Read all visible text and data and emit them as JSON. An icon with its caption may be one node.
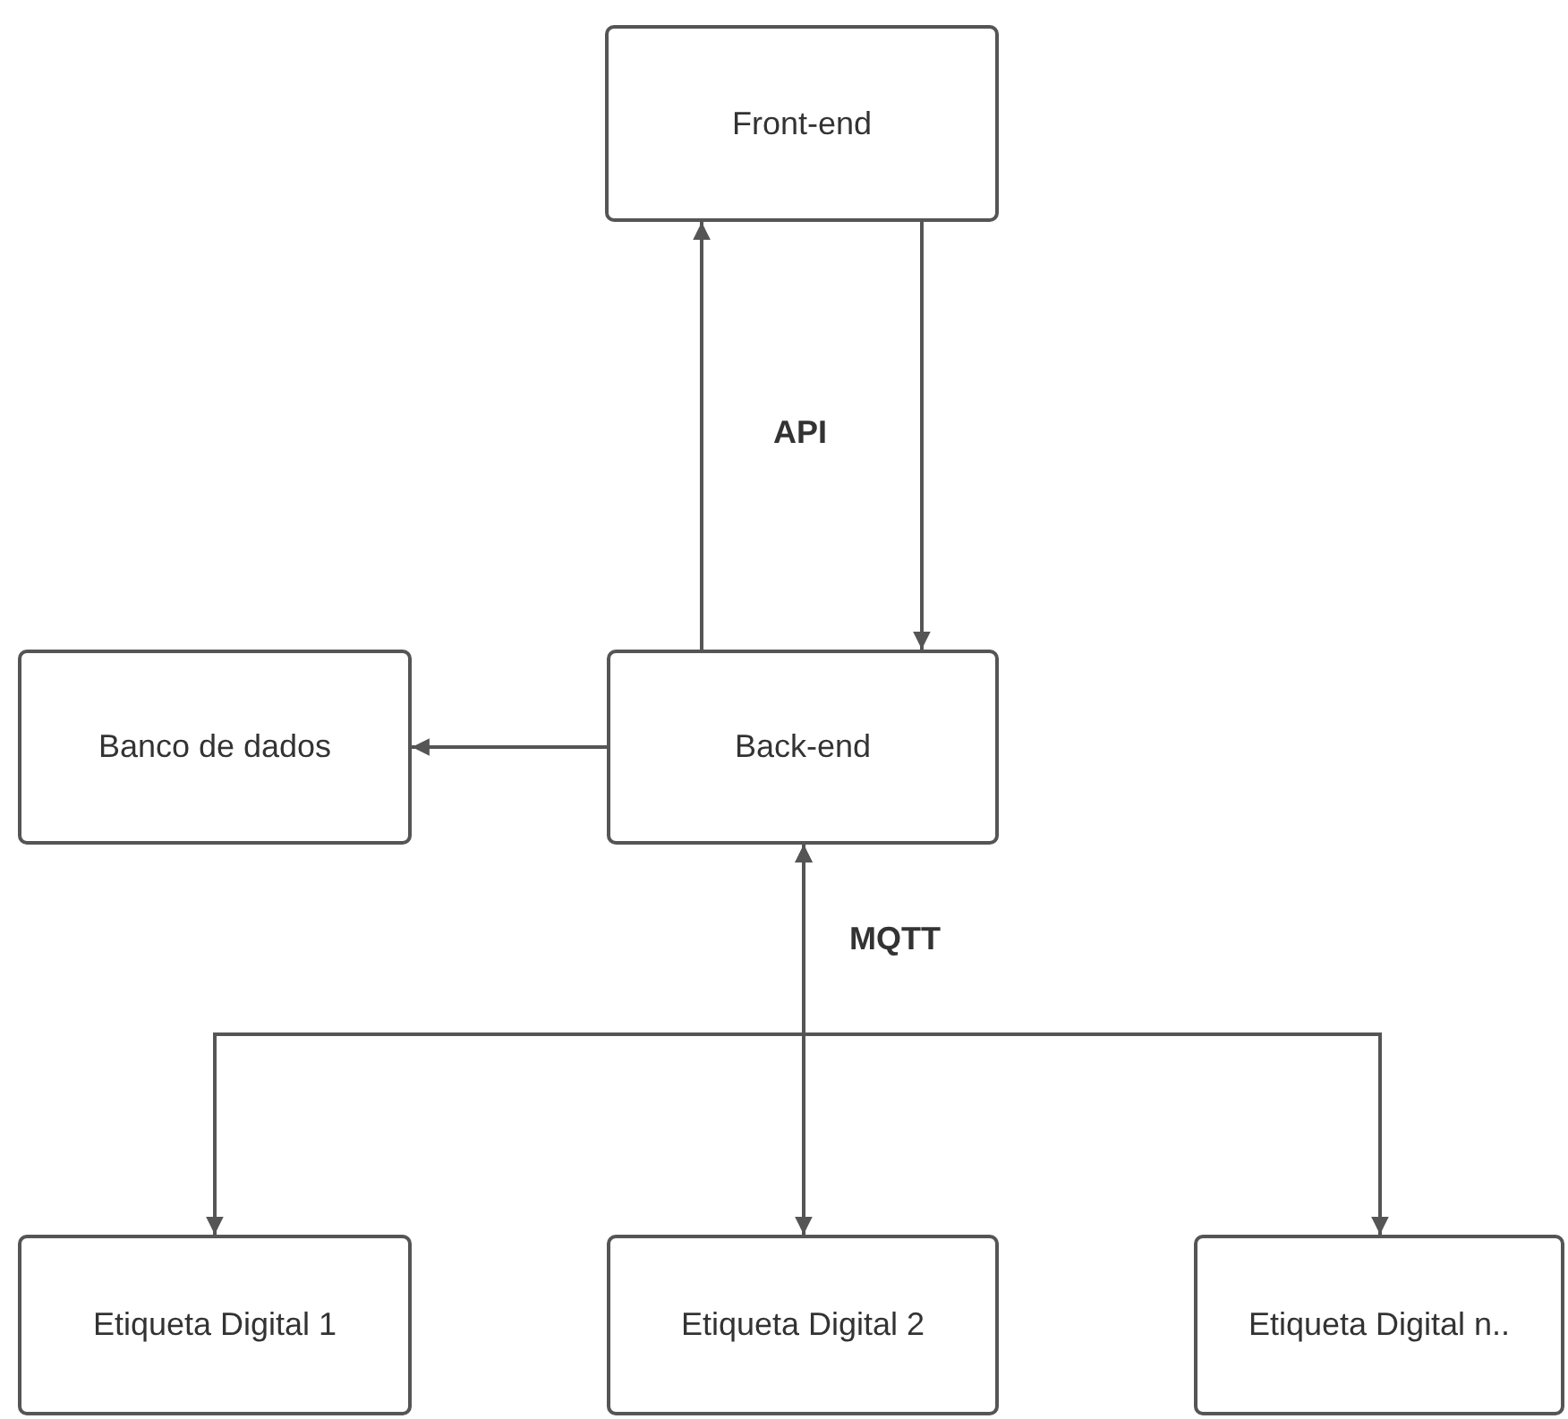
{
  "diagram": {
    "nodes": [
      {
        "text": [
          "Front-end"
        ]
      },
      {
        "text": [
          "Banco de dados"
        ]
      },
      {
        "text": [
          "Back-end"
        ]
      },
      {
        "text": [
          "Etiqueta Digital 1"
        ]
      },
      {
        "text": [
          "Etiqueta Digital 2"
        ]
      },
      {
        "text": [
          "Etiqueta Digital n.."
        ]
      }
    ],
    "edges": [
      {
        "from": 2,
        "to": 0,
        "arrow": "to",
        "label": "API"
      },
      {
        "from": 0,
        "to": 2,
        "arrow": "to"
      },
      {
        "from": 2,
        "to": 1,
        "arrow": "to"
      },
      {
        "from": 2,
        "to": 3,
        "arrow": "both"
      },
      {
        "from": 2,
        "to": 4,
        "arrow": "both",
        "label": "MQTT"
      },
      {
        "from": 2,
        "to": 5,
        "arrow": "both"
      }
    ]
  }
}
